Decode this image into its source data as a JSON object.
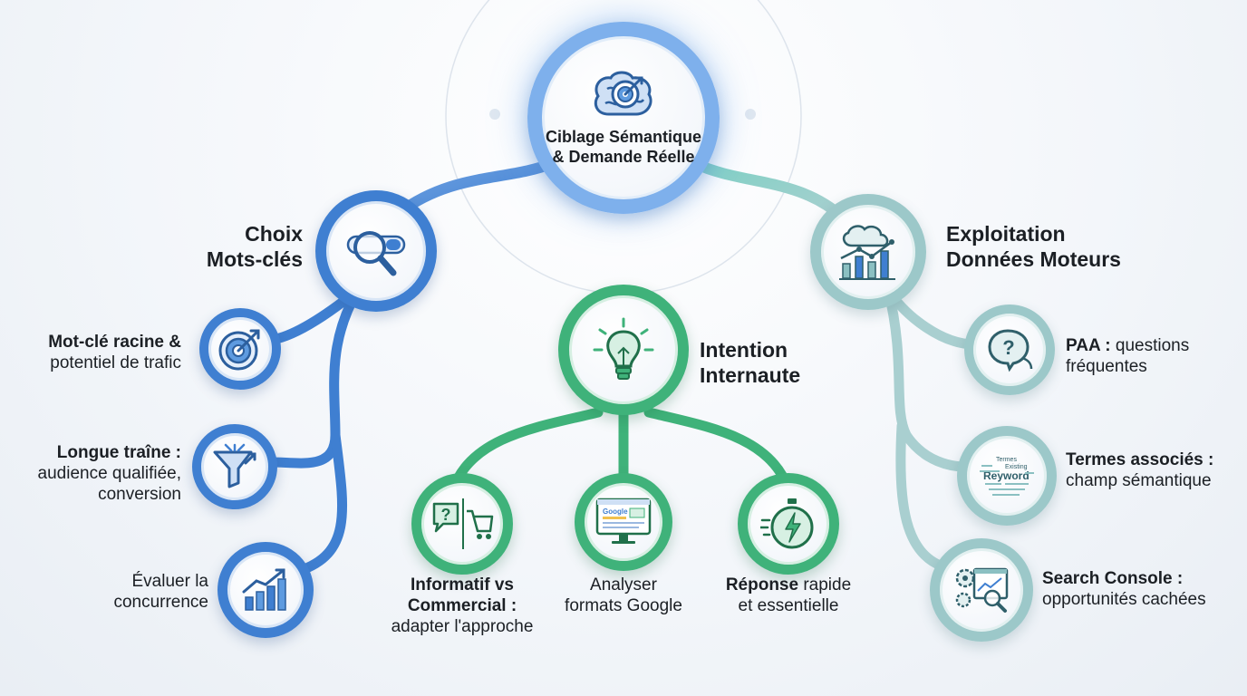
{
  "root": {
    "title": "Ciblage Sémantique & Demande Réelle",
    "icon": "brain-target-icon"
  },
  "branches": {
    "keywords": {
      "title_line1": "Choix",
      "title_line2": "Mots-clés",
      "icon": "magnifier-search-icon",
      "color": "#3f7fd1",
      "items": [
        {
          "bold": "Mot-clé racine &",
          "text": "potentiel de trafic",
          "icon": "target-icon"
        },
        {
          "bold": "Longue traîne :",
          "text1": "audience qualifiée,",
          "text2": "conversion",
          "icon": "funnel-icon"
        },
        {
          "text1": "Évaluer la",
          "text2": "concurrence",
          "icon": "growth-chart-icon"
        }
      ]
    },
    "intent": {
      "title_line1": "Intention",
      "title_line2": "Internaute",
      "icon": "lightbulb-icon",
      "color": "#3fb27a",
      "items": [
        {
          "bold1": "Informatif vs",
          "bold2": "Commercial :",
          "text": "adapter l'approche",
          "icon": "question-cart-icon"
        },
        {
          "text1": "Analyser",
          "text2": "formats Google",
          "icon": "google-serp-monitor-icon",
          "screen_text": "Google"
        },
        {
          "bold": "Réponse",
          "text1": " rapide",
          "text2": "et essentielle",
          "icon": "stopwatch-icon"
        }
      ]
    },
    "data": {
      "title_line1": "Exploitation",
      "title_line2": "Données Moteurs",
      "icon": "cloud-analytics-icon",
      "color": "#9cc8c9",
      "items": [
        {
          "bold": "PAA :",
          "text1": " questions",
          "text2": "fréquentes",
          "icon": "question-bubble-icon"
        },
        {
          "bold": "Termes associés :",
          "text": "champ sémantique",
          "icon": "word-cloud-icon",
          "cloud_words": [
            "Termes",
            "Existing",
            "Reyword"
          ]
        },
        {
          "bold": "Search Console :",
          "text": "opportunités cachées",
          "icon": "console-gear-icon"
        }
      ]
    }
  }
}
